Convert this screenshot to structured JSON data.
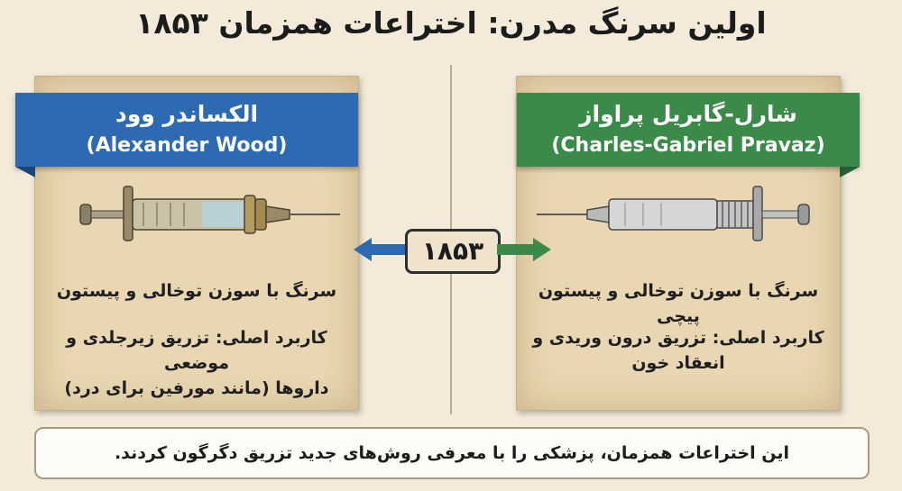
{
  "title": "اولین سرنگ مدرن: اختراعات همزمان ۱۸۵۳",
  "year": "۱۸۵۳",
  "left_panel": {
    "name_fa": "الکساندر وود",
    "name_en": "(Alexander Wood)",
    "syringe_type": "سرنگ با سوزن توخالی و پیستون",
    "use_line1": "کاربرد اصلی: تزریق زیرجلدی و موضعی",
    "use_line2": "داروها (مانند مورفین برای درد)",
    "accent": "#2e6ab1"
  },
  "right_panel": {
    "name_fa": "شارل-گابریل پراواز",
    "name_en": "(Charles-Gabriel Pravaz)",
    "syringe_type": "سرنگ با سوزن توخالی و پیستون پیچی",
    "use_line1": "کاربرد اصلی: تزریق درون وریدی و",
    "use_line2": "انعقاد خون",
    "accent": "#3c8a4a"
  },
  "footer": "این اختراعات همزمان، پزشکی را با معرفی روش‌های جدید تزریق دگرگون کردند."
}
